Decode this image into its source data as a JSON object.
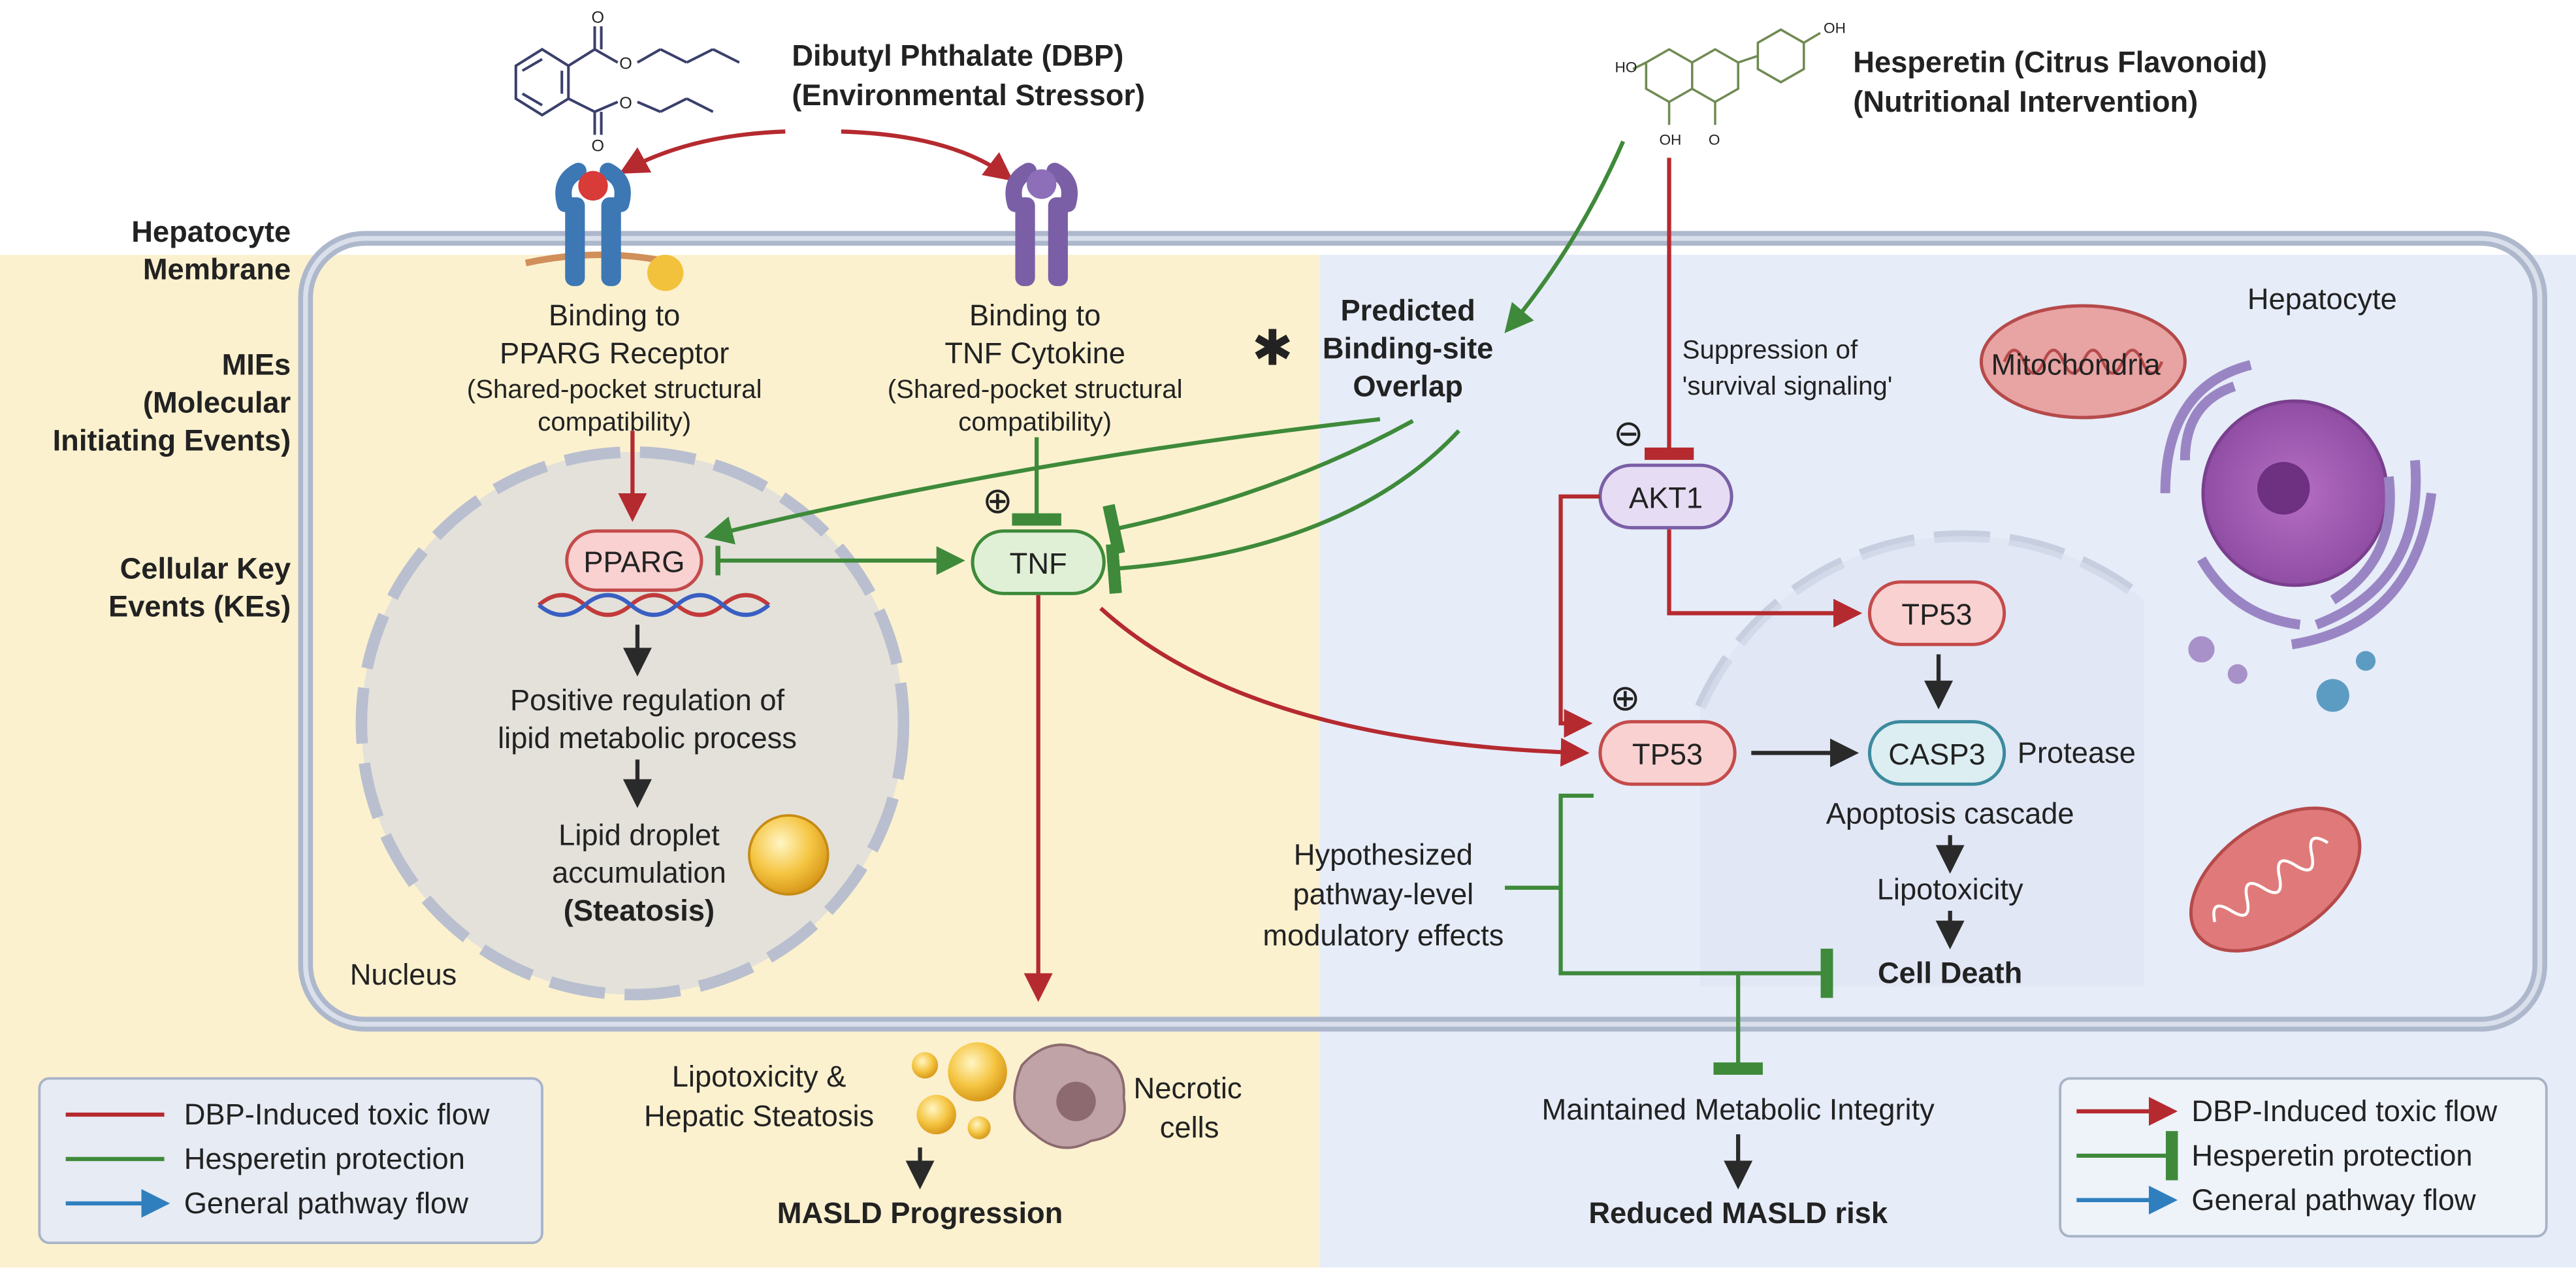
{
  "stressor": {
    "line1": "Dibutyl Phthalate (DBP)",
    "line2": "(Environmental Stressor)"
  },
  "intervention": {
    "line1": "Hesperetin (Citrus Flavonoid)",
    "line2": "(Nutritional Intervention)"
  },
  "molecule_atoms": {
    "o": "O",
    "oh": "OH",
    "ho": "HO"
  },
  "row_labels": {
    "membrane": [
      "Hepatocyte",
      "Membrane"
    ],
    "mies": [
      "MIEs",
      "(Molecular",
      "Initiating Events)"
    ],
    "kes": [
      "Cellular Key",
      "Events (KEs)"
    ]
  },
  "mie_pparg": [
    "Binding to",
    "PPARG Receptor",
    "(Shared-pocket structural",
    "compatibility)"
  ],
  "mie_tnf": [
    "Binding to",
    "TNF Cytokine",
    "(Shared-pocket structural",
    "compatibility)"
  ],
  "overlap": [
    "Predicted",
    "Binding-site",
    "Overlap"
  ],
  "overlap_icon": "✱",
  "suppression": [
    "Suppression of",
    "'survival signaling'"
  ],
  "nodes": {
    "pparg": "PPARG",
    "tnf": "TNF",
    "akt1": "AKT1",
    "tp53_top": "TP53",
    "tp53_mid": "TP53",
    "casp3": "CASP3"
  },
  "signs": {
    "plus": "⊕",
    "minus": "⊖"
  },
  "protease": "Protease",
  "lipid_reg": [
    "Positive regulation of",
    "lipid metabolic process"
  ],
  "lipid_droplet": [
    "Lipid droplet",
    "accumulation",
    "(Steatosis)"
  ],
  "nucleus_label": "Nucleus",
  "hepatocyte_label": "Hepatocyte",
  "mito_label": "Mitochondria",
  "apoptosis": "Apoptosis cascade",
  "lipotoxicity": "Lipotoxicity",
  "cell_death": "Cell Death",
  "hypothesized": [
    "Hypothesized",
    "pathway-level",
    "modulatory effects"
  ],
  "outcome_left": {
    "line1": "Lipotoxicity &",
    "line2": "Hepatic Steatosis",
    "necrotic": [
      "Necrotic",
      "cells"
    ],
    "result": "MASLD Progression"
  },
  "outcome_right": {
    "line1": "Maintained Metabolic Integrity",
    "result": "Reduced MASLD risk"
  },
  "legend_left": [
    "DBP-Induced toxic flow",
    "Hesperetin protection",
    "General pathway flow"
  ],
  "legend_right": [
    "DBP-Induced toxic flow",
    "Hesperetin protection",
    "General pathway flow"
  ],
  "colors": {
    "toxic": "#b52a2f",
    "protect": "#3e8a3a",
    "general": "#2f7fbf",
    "left_bg": "#fbf1cf",
    "right_bg": "#e6ecf8"
  }
}
